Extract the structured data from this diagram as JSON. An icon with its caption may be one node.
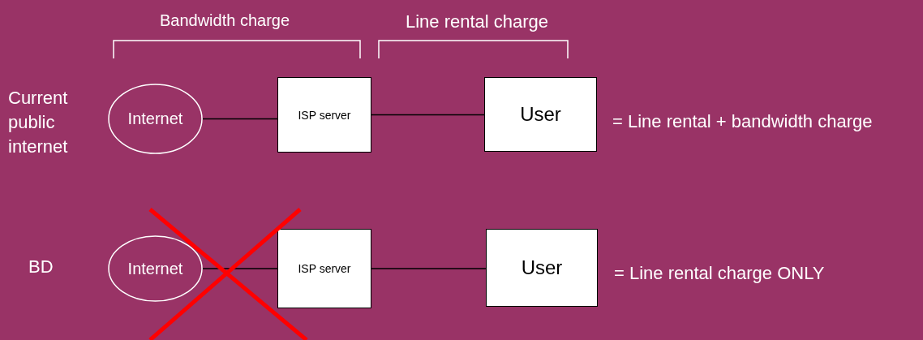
{
  "diagram": {
    "nodes": [
      {
        "text": [
          "Internet"
        ]
      },
      {
        "text": [
          "ISP server"
        ]
      },
      {
        "text": [
          "User"
        ],
        "beside": [
          "= Line rental + bandwidth charge"
        ]
      },
      {
        "text": [
          "Internet"
        ]
      },
      {
        "text": [
          "ISP server"
        ]
      },
      {
        "text": [
          "User"
        ],
        "beside": [
          "= Line rental charge ONLY"
        ]
      }
    ],
    "edges": [
      {
        "from": 0,
        "to": 1,
        "arrow": "none"
      },
      {
        "from": 1,
        "to": 2,
        "arrow": "none"
      },
      {
        "from": 3,
        "to": 4,
        "arrow": "none"
      },
      {
        "from": 4,
        "to": 5,
        "arrow": "none"
      }
    ],
    "labels": [
      "Bandwidth charge",
      "Line rental charge",
      "Current public internet",
      "BD"
    ]
  }
}
